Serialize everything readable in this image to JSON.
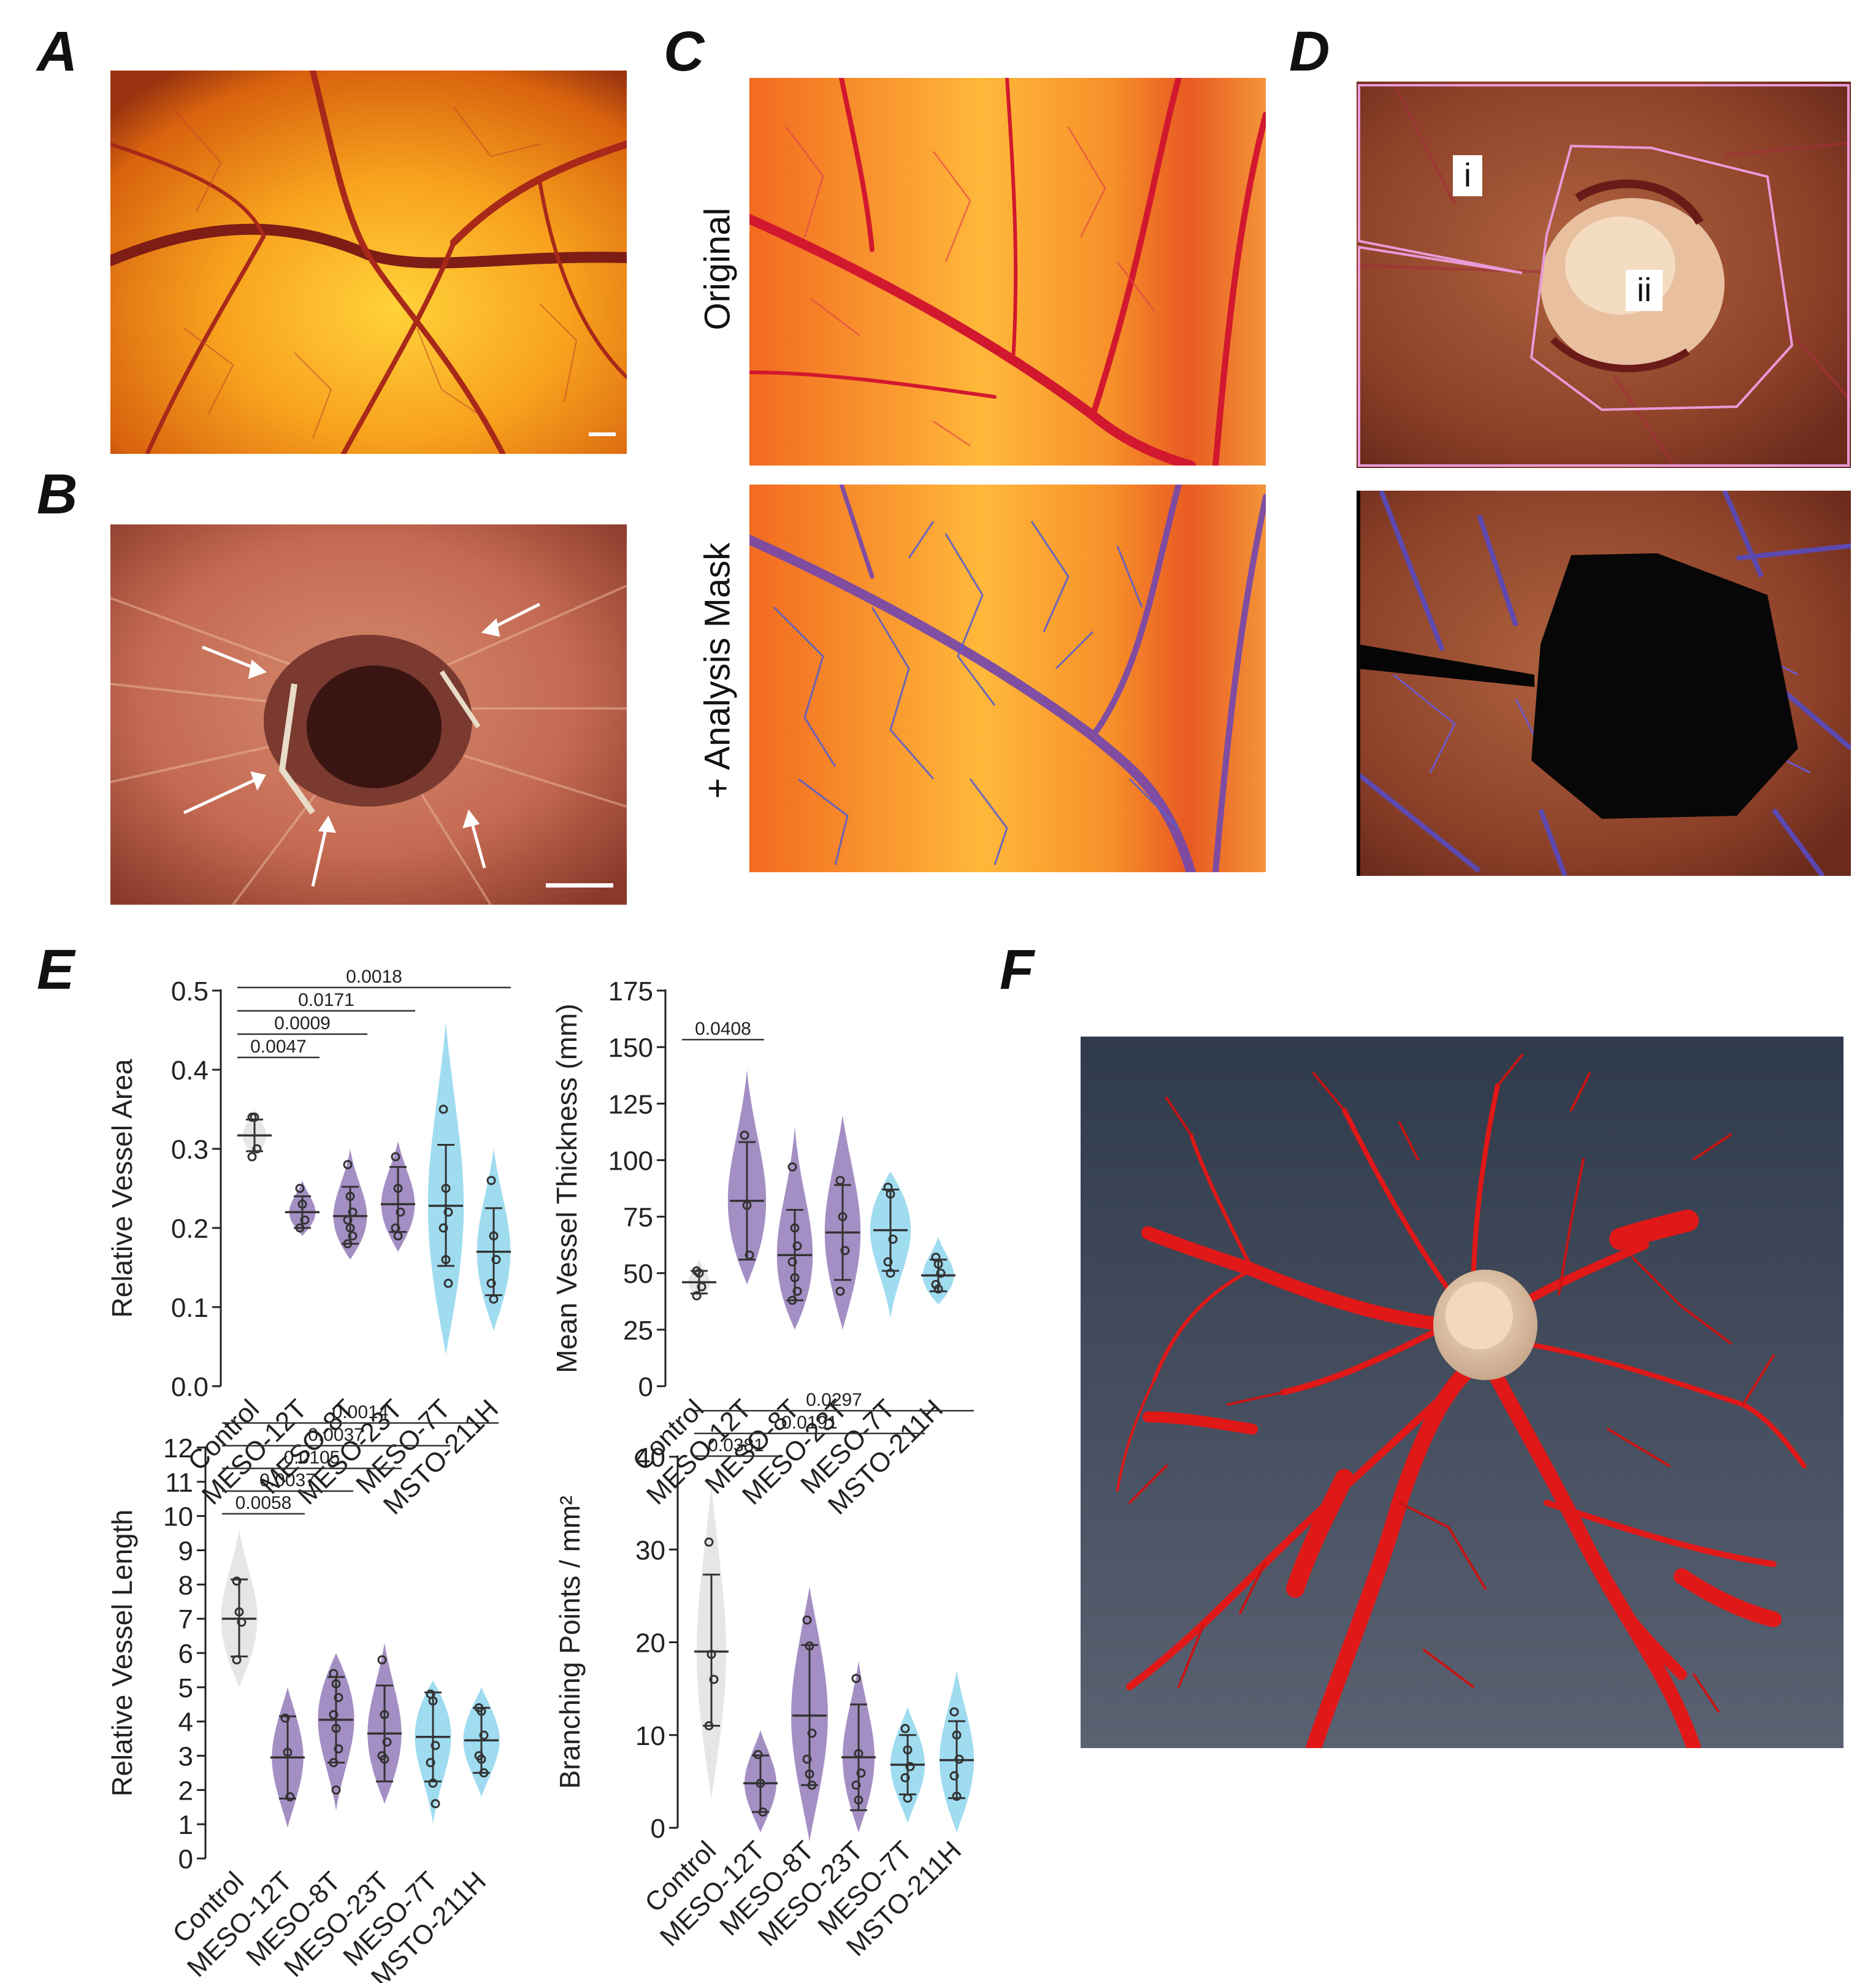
{
  "panels": {
    "a": {
      "letter": "A"
    },
    "b": {
      "letter": "B"
    },
    "c": {
      "letter": "C",
      "top_label": "Original",
      "bottom_label": "+ Analysis Mask"
    },
    "d": {
      "letter": "D",
      "roi_i": "i",
      "roi_ii": "ii"
    },
    "e": {
      "letter": "E"
    },
    "f": {
      "letter": "F"
    }
  },
  "colors": {
    "control": "#e6e6e6",
    "meso": "#a48fc4",
    "msto": "#9fdcf0",
    "vessel_red": "#e01818",
    "render_bg_top": "#2f3a4a",
    "render_bg_bottom": "#5a6272"
  },
  "chart_data": [
    {
      "type": "violin",
      "ylabel": "Relative Vessel Area",
      "ylim": [
        0,
        0.5
      ],
      "yticks": [
        "0.0",
        "0.1",
        "0.2",
        "0.3",
        "0.4",
        "0.5"
      ],
      "categories": [
        "Control",
        "MESO-12T",
        "MESO-8T",
        "MESO-23T",
        "MESO-7T",
        "MSTO-211H"
      ],
      "groups": [
        {
          "mean": 0.317,
          "sd_lo": 0.297,
          "sd_hi": 0.337,
          "points": [
            0.34,
            0.34,
            0.3,
            0.29
          ],
          "kde": [
            0.29,
            0.35
          ],
          "width": 0.5
        },
        {
          "mean": 0.22,
          "sd_lo": 0.2,
          "sd_hi": 0.24,
          "points": [
            0.25,
            0.23,
            0.21,
            0.2
          ],
          "kde": [
            0.19,
            0.26
          ],
          "width": 0.55
        },
        {
          "mean": 0.215,
          "sd_lo": 0.18,
          "sd_hi": 0.252,
          "points": [
            0.28,
            0.24,
            0.22,
            0.21,
            0.2,
            0.19,
            0.18
          ],
          "kde": [
            0.16,
            0.3
          ],
          "width": 0.7
        },
        {
          "mean": 0.23,
          "sd_lo": 0.195,
          "sd_hi": 0.277,
          "points": [
            0.29,
            0.25,
            0.22,
            0.2,
            0.19
          ],
          "kde": [
            0.17,
            0.31
          ],
          "width": 0.7
        },
        {
          "mean": 0.228,
          "sd_lo": 0.152,
          "sd_hi": 0.305,
          "points": [
            0.35,
            0.25,
            0.22,
            0.2,
            0.16,
            0.13
          ],
          "kde": [
            0.04,
            0.46
          ],
          "width": 0.75
        },
        {
          "mean": 0.17,
          "sd_lo": 0.115,
          "sd_hi": 0.225,
          "points": [
            0.26,
            0.19,
            0.16,
            0.13,
            0.11
          ],
          "kde": [
            0.07,
            0.3
          ],
          "width": 0.7
        }
      ],
      "comparisons": [
        {
          "from": 0,
          "to": 1,
          "p": "0.0047"
        },
        {
          "from": 0,
          "to": 2,
          "p": "0.0009"
        },
        {
          "from": 0,
          "to": 3,
          "p": "0.0171"
        },
        {
          "from": 0,
          "to": 5,
          "p": "0.0018"
        }
      ]
    },
    {
      "type": "violin",
      "ylabel": "Mean Vessel Thickness (mm)",
      "ylim": [
        0,
        175
      ],
      "yticks": [
        "0",
        "25",
        "50",
        "75",
        "100",
        "125",
        "150",
        "175"
      ],
      "categories": [
        "Control",
        "MESO-12T",
        "MESO-8T",
        "MESO-23T",
        "MESO-7T",
        "MSTO-211H"
      ],
      "groups": [
        {
          "mean": 46,
          "sd_lo": 41,
          "sd_hi": 51,
          "points": [
            51,
            50,
            44,
            40
          ],
          "kde": [
            38,
            56
          ],
          "width": 0.45
        },
        {
          "mean": 82,
          "sd_lo": 56,
          "sd_hi": 108,
          "points": [
            111,
            80,
            58
          ],
          "kde": [
            45,
            140
          ],
          "width": 0.8
        },
        {
          "mean": 58,
          "sd_lo": 38,
          "sd_hi": 78,
          "points": [
            97,
            70,
            62,
            55,
            48,
            42,
            38
          ],
          "kde": [
            25,
            115
          ],
          "width": 0.75
        },
        {
          "mean": 68,
          "sd_lo": 47,
          "sd_hi": 89,
          "points": [
            91,
            75,
            60,
            42
          ],
          "kde": [
            25,
            120
          ],
          "width": 0.75
        },
        {
          "mean": 69,
          "sd_lo": 51,
          "sd_hi": 87,
          "points": [
            88,
            85,
            65,
            55,
            50
          ],
          "kde": [
            30,
            95
          ],
          "width": 0.85
        },
        {
          "mean": 49,
          "sd_lo": 42,
          "sd_hi": 56,
          "points": [
            57,
            54,
            50,
            45,
            43
          ],
          "kde": [
            36,
            66
          ],
          "width": 0.65
        }
      ],
      "comparisons": [
        {
          "from": 0,
          "to": 1,
          "p": "0.0408"
        }
      ]
    },
    {
      "type": "violin",
      "ylabel": "Relative Vessel Length",
      "ylim": [
        0,
        12
      ],
      "yticks": [
        "0",
        "1",
        "2",
        "3",
        "4",
        "5",
        "6",
        "7",
        "8",
        "9",
        "10",
        "11",
        "12"
      ],
      "categories": [
        "Control",
        "MESO-12T",
        "MESO-8T",
        "MESO-23T",
        "MESO-7T",
        "MSTO-211H"
      ],
      "groups": [
        {
          "mean": 7.0,
          "sd_lo": 5.9,
          "sd_hi": 8.15,
          "points": [
            8.1,
            7.2,
            6.9,
            5.8
          ],
          "kde": [
            5.0,
            9.6
          ],
          "width": 0.75
        },
        {
          "mean": 2.95,
          "sd_lo": 1.75,
          "sd_hi": 4.15,
          "points": [
            4.1,
            3.1,
            1.8
          ],
          "kde": [
            0.9,
            5.0
          ],
          "width": 0.65
        },
        {
          "mean": 4.05,
          "sd_lo": 2.8,
          "sd_hi": 5.3,
          "points": [
            5.4,
            5.1,
            4.7,
            4.2,
            3.8,
            3.2,
            2.8,
            2.0
          ],
          "kde": [
            1.4,
            6.0
          ],
          "width": 0.75
        },
        {
          "mean": 3.65,
          "sd_lo": 2.25,
          "sd_hi": 5.05,
          "points": [
            5.8,
            4.2,
            3.4,
            3.0,
            2.9
          ],
          "kde": [
            1.6,
            6.3
          ],
          "width": 0.7
        },
        {
          "mean": 3.55,
          "sd_lo": 2.25,
          "sd_hi": 4.85,
          "points": [
            4.8,
            4.6,
            3.3,
            2.8,
            2.2,
            1.6
          ],
          "kde": [
            1.0,
            5.2
          ],
          "width": 0.75
        },
        {
          "mean": 3.45,
          "sd_lo": 2.5,
          "sd_hi": 4.4,
          "points": [
            4.4,
            4.3,
            3.6,
            3.0,
            2.9,
            2.5
          ],
          "kde": [
            1.8,
            5.0
          ],
          "width": 0.75
        }
      ],
      "comparisons": [
        {
          "from": 0,
          "to": 1,
          "p": "0.0058"
        },
        {
          "from": 0,
          "to": 2,
          "p": "0.0037"
        },
        {
          "from": 0,
          "to": 3,
          "p": "0.0105"
        },
        {
          "from": 0,
          "to": 4,
          "p": "0.0037"
        },
        {
          "from": 0,
          "to": 5,
          "p": "0.0014"
        }
      ]
    },
    {
      "type": "violin",
      "ylabel": "Branching Points / mm²",
      "ylim": [
        0,
        40
      ],
      "yticks": [
        "0",
        "10",
        "20",
        "30",
        "40"
      ],
      "categories": [
        "Control",
        "MESO-12T",
        "MESO-8T",
        "MESO-23T",
        "MESO-7T",
        "MSTO-211H"
      ],
      "groups": [
        {
          "mean": 19.0,
          "sd_lo": 11.0,
          "sd_hi": 27.3,
          "points": [
            30.8,
            18.7,
            16.0,
            11.0
          ],
          "kde": [
            3.0,
            37.0
          ],
          "width": 0.6
        },
        {
          "mean": 4.8,
          "sd_lo": 1.7,
          "sd_hi": 7.8,
          "points": [
            7.9,
            4.8,
            1.7
          ],
          "kde": [
            -0.5,
            10.5
          ],
          "width": 0.65
        },
        {
          "mean": 12.1,
          "sd_lo": 4.6,
          "sd_hi": 19.7,
          "points": [
            22.4,
            19.6,
            10.2,
            7.4,
            5.8,
            4.6
          ],
          "kde": [
            -1.5,
            26.0
          ],
          "width": 0.75
        },
        {
          "mean": 7.6,
          "sd_lo": 1.9,
          "sd_hi": 13.3,
          "points": [
            16.1,
            8.0,
            5.9,
            4.6,
            3.0
          ],
          "kde": [
            -0.5,
            18.0
          ],
          "width": 0.65
        },
        {
          "mean": 6.8,
          "sd_lo": 3.6,
          "sd_hi": 10.0,
          "points": [
            10.7,
            8.4,
            6.6,
            5.4,
            3.2
          ],
          "kde": [
            0.5,
            13.0
          ],
          "width": 0.7
        },
        {
          "mean": 7.3,
          "sd_lo": 3.2,
          "sd_hi": 11.5,
          "points": [
            12.5,
            10.0,
            7.4,
            5.6,
            3.4
          ],
          "kde": [
            -0.5,
            17.0
          ],
          "width": 0.7
        }
      ],
      "comparisons": [
        {
          "from": 0,
          "to": 1,
          "p": "0.0381"
        },
        {
          "from": 0,
          "to": 4,
          "p": "0.0191"
        },
        {
          "from": 0,
          "to": 5,
          "p": "0.0297"
        }
      ]
    }
  ]
}
